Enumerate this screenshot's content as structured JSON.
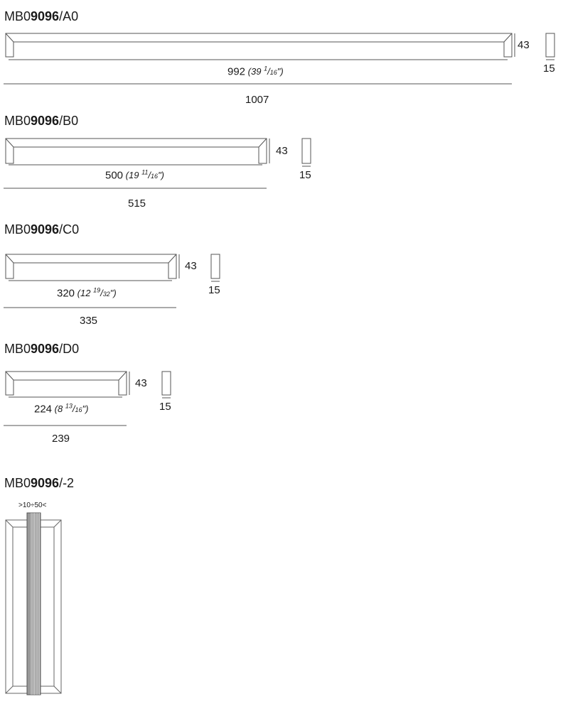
{
  "models": [
    {
      "prefix": "MB0",
      "code": "9096",
      "suffix": "/A0",
      "height": "43",
      "depth": "15",
      "center": "992",
      "inch_whole": "39",
      "inch_frac_num": "1",
      "inch_frac_den": "16",
      "total": "1007"
    },
    {
      "prefix": "MB0",
      "code": "9096",
      "suffix": "/B0",
      "height": "43",
      "depth": "15",
      "center": "500",
      "inch_whole": "19",
      "inch_frac_num": "11",
      "inch_frac_den": "16",
      "total": "515"
    },
    {
      "prefix": "MB0",
      "code": "9096",
      "suffix": "/C0",
      "height": "43",
      "depth": "15",
      "center": "320",
      "inch_whole": "12",
      "inch_frac_num": "19",
      "inch_frac_den": "32",
      "total": "335"
    },
    {
      "prefix": "MB0",
      "code": "9096",
      "suffix": "/D0",
      "height": "43",
      "depth": "15",
      "center": "224",
      "inch_whole": "8",
      "inch_frac_num": "13",
      "inch_frac_den": "16",
      "total": "239"
    }
  ],
  "double": {
    "prefix": "MB0",
    "code": "9096",
    "suffix": "/-2",
    "thickness_range": ">10÷50<"
  }
}
